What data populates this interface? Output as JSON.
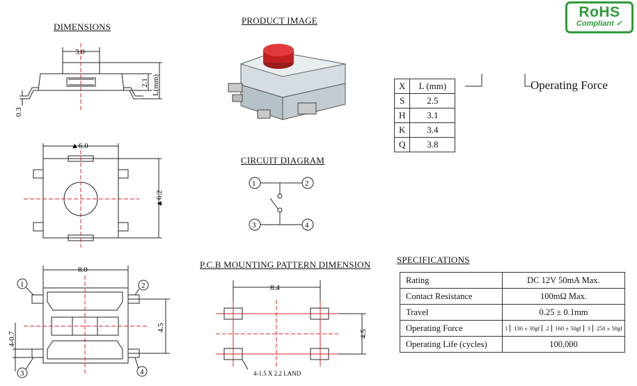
{
  "headings": {
    "dimensions": "DIMENSIONS",
    "product_image": "PRODUCT IMAGE",
    "circuit_diagram": "CIRCUIT DIAGRAM",
    "pcb_pattern": "P.C.B MOUNTING PATTERN DIMENSION",
    "specifications": "SPECIFICATIONS"
  },
  "rohs": {
    "line1": "RoHS",
    "line2": "Compliant",
    "color": "#2e9a3a"
  },
  "dimensions": {
    "side": {
      "width": "3.0",
      "height": "2.1",
      "length": "L(mm)",
      "lead": "0.3"
    },
    "top": {
      "width": "6.0",
      "height": "6.2"
    },
    "bottom": {
      "width": "8.0",
      "pitch": "4.5",
      "lead_span": "4-0.7",
      "pins": [
        "1",
        "2",
        "3",
        "4"
      ]
    }
  },
  "circuit": {
    "pins": [
      "1",
      "2",
      "3",
      "4"
    ]
  },
  "pcb": {
    "width": "8.4",
    "pitch": "4.5",
    "land": "4-1.5 X 2.2 LAND"
  },
  "variants": {
    "headers": [
      "X",
      "L (mm)"
    ],
    "rows": [
      [
        "S",
        "2.5"
      ],
      [
        "H",
        "3.1"
      ],
      [
        "K",
        "3.4"
      ],
      [
        "Q",
        "3.8"
      ]
    ]
  },
  "operating_force_label": "Operating Force",
  "specs": {
    "rows": [
      {
        "label": "Rating",
        "value": "DC 12V 50mA Max."
      },
      {
        "label": "Contact Resistance",
        "value": "100mΩ Max."
      },
      {
        "label": "Travel",
        "value": "0.25 ± 0.1mm"
      },
      {
        "label": "Operating Force",
        "options": [
          {
            "num": "1",
            "value": "130 ± 30gf"
          },
          {
            "num": "2",
            "value": "160 ± 50gf"
          },
          {
            "num": "3",
            "value": "250 ± 50gf"
          }
        ]
      },
      {
        "label": "Operating Life (cycles)",
        "value": "100,000"
      }
    ]
  }
}
